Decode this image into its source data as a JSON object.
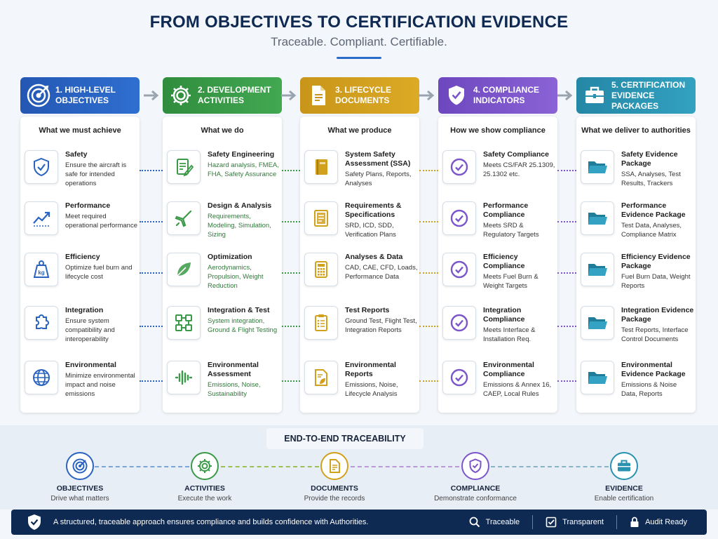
{
  "header": {
    "title": "FROM OBJECTIVES TO CERTIFICATION EVIDENCE",
    "subtitle": "Traceable. Compliant. Certifiable."
  },
  "colors": {
    "objectives": "#2a63c0",
    "activities": "#3a9a47",
    "documents": "#d1a01c",
    "compliance": "#7b55c9",
    "evidence": "#2992b0",
    "navy": "#0f2a52"
  },
  "columns": [
    {
      "heading": "1. HIGH-LEVEL\nOBJECTIVES",
      "icon": "target-icon",
      "subheading": "What we must achieve",
      "items": [
        {
          "title": "Safety",
          "desc": "Ensure the aircraft is safe for intended operations",
          "icon": "shield-check-icon"
        },
        {
          "title": "Performance",
          "desc": "Meet required operational performance",
          "icon": "trend-up-icon"
        },
        {
          "title": "Efficiency",
          "desc": "Optimize fuel burn and lifecycle cost",
          "icon": "weight-icon",
          "icon_text": "kg"
        },
        {
          "title": "Integration",
          "desc": "Ensure system compatibility and interoperability",
          "icon": "puzzle-icon"
        },
        {
          "title": "Environmental",
          "desc": "Minimize environmental impact and noise emissions",
          "icon": "globe-icon"
        }
      ]
    },
    {
      "heading": "2. DEVELOPMENT\nACTIVITIES",
      "icon": "gear-icon",
      "subheading": "What we do",
      "items": [
        {
          "title": "Safety Engineering",
          "desc": "Hazard analysis, FMEA, FHA, Safety Assurance",
          "icon": "document-edit-icon"
        },
        {
          "title": "Design & Analysis",
          "desc": "Requirements, Modeling, Simulation, Sizing",
          "icon": "aircraft-icon"
        },
        {
          "title": "Optimization",
          "desc": "Aerodynamics, Propulsion, Weight Reduction",
          "icon": "leaf-icon"
        },
        {
          "title": "Integration & Test",
          "desc": "System integration, Ground & Flight Testing",
          "icon": "integration-icon"
        },
        {
          "title": "Environmental Assessment",
          "desc": "Emissions, Noise, Sustainability",
          "icon": "waveform-icon"
        }
      ]
    },
    {
      "heading": "3. LIFECYCLE\nDOCUMENTS",
      "icon": "document-icon",
      "subheading": "What we produce",
      "items": [
        {
          "title": "System Safety Assessment (SSA)",
          "desc": "Safety Plans, Reports, Analyses",
          "icon": "book-icon"
        },
        {
          "title": "Requirements & Specifications",
          "desc": "SRD, ICD, SDD, Verification Plans",
          "icon": "spec-book-icon"
        },
        {
          "title": "Analyses & Data",
          "desc": "CAD, CAE, CFD, Loads, Performance Data",
          "icon": "calculator-icon"
        },
        {
          "title": "Test Reports",
          "desc": "Ground Test, Flight Test, Integration Reports",
          "icon": "clipboard-icon"
        },
        {
          "title": "Environmental Reports",
          "desc": "Emissions, Noise, Lifecycle Analysis",
          "icon": "leaf-document-icon"
        }
      ]
    },
    {
      "heading": "4. COMPLIANCE\nINDICATORS",
      "icon": "shield-check-icon",
      "subheading": "How we show compliance",
      "items": [
        {
          "title": "Safety Compliance",
          "desc": "Meets CS/FAR 25.1309, 25.1302 etc.",
          "icon": "check-circle-icon"
        },
        {
          "title": "Performance Compliance",
          "desc": "Meets SRD & Regulatory Targets",
          "icon": "check-circle-icon"
        },
        {
          "title": "Efficiency Compliance",
          "desc": "Meets Fuel Burn & Weight Targets",
          "icon": "check-circle-icon"
        },
        {
          "title": "Integration Compliance",
          "desc": "Meets Interface & Installation Req.",
          "icon": "check-circle-icon"
        },
        {
          "title": "Environmental Compliance",
          "desc": "Emissions & Annex 16, CAEP, Local Rules",
          "icon": "check-circle-icon"
        }
      ]
    },
    {
      "heading": "5. CERTIFICATION\nEVIDENCE PACKAGES",
      "icon": "briefcase-icon",
      "subheading": "What we deliver to authorities",
      "items": [
        {
          "title": "Safety Evidence Package",
          "desc": "SSA, Analyses, Test Results, Trackers",
          "icon": "folder-icon"
        },
        {
          "title": "Performance Evidence Package",
          "desc": "Test Data, Analyses, Compliance Matrix",
          "icon": "folder-icon"
        },
        {
          "title": "Efficiency Evidence Package",
          "desc": "Fuel Burn Data, Weight Reports",
          "icon": "folder-icon"
        },
        {
          "title": "Integration Evidence Package",
          "desc": "Test Reports, Interface Control Documents",
          "icon": "folder-icon"
        },
        {
          "title": "Environmental Evidence Package",
          "desc": "Emissions & Noise Data, Reports",
          "icon": "folder-icon"
        }
      ]
    }
  ],
  "traceability": {
    "title": "END-TO-END TRACEABILITY",
    "nodes": [
      {
        "label": "OBJECTIVES",
        "sub": "Drive what matters",
        "icon": "target-icon"
      },
      {
        "label": "ACTIVITIES",
        "sub": "Execute the work",
        "icon": "gear-icon"
      },
      {
        "label": "DOCUMENTS",
        "sub": "Provide the records",
        "icon": "document-icon"
      },
      {
        "label": "COMPLIANCE",
        "sub": "Demonstrate conformance",
        "icon": "shield-check-icon"
      },
      {
        "label": "EVIDENCE",
        "sub": "Enable certification",
        "icon": "briefcase-icon"
      }
    ]
  },
  "footer": {
    "text": "A structured, traceable approach ensures compliance and builds confidence with Authorities.",
    "badges": [
      {
        "label": "Traceable",
        "icon": "search-icon"
      },
      {
        "label": "Transparent",
        "icon": "checkbox-icon"
      },
      {
        "label": "Audit Ready",
        "icon": "lock-icon"
      }
    ]
  }
}
